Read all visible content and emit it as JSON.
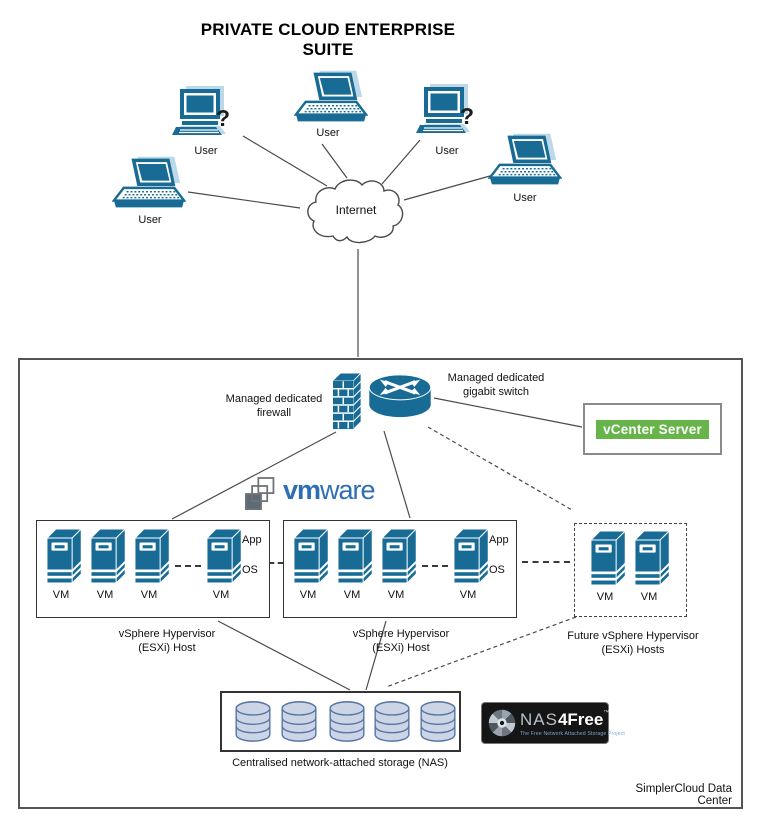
{
  "title": "PRIVATE CLOUD ENTERPRISE SUITE",
  "labels": {
    "user": "User",
    "internet": "Internet",
    "vm": "VM",
    "app": "App",
    "os": "OS",
    "question_mark": "?"
  },
  "network": {
    "firewall_label": "Managed dedicated firewall",
    "switch_label": "Managed dedicated gigabit switch"
  },
  "vcenter": {
    "label": "vCenter Server"
  },
  "vmware": {
    "bold": "vm",
    "rest": "ware"
  },
  "hosts": {
    "host1_label": "vSphere Hypervisor (ESXi) Host",
    "host2_label": "vSphere Hypervisor (ESXi) Host",
    "future_label": "Future vSphere Hypervisor (ESXi) Hosts"
  },
  "nas": {
    "caption": "Centralised network-attached storage (NAS)"
  },
  "nas4free": {
    "name_gray": "NAS",
    "name_bold": "4Free",
    "trademark": "™",
    "tagline": "The Free Network Attached Storage Project"
  },
  "datacenter": {
    "label": "SimplerCloud Data Center"
  },
  "colors": {
    "device_blue": "#176b95",
    "vcenter_green": "#66b44a",
    "vmware_blue": "#2e6eb5",
    "storage_fill": "#ccd5e6",
    "storage_stroke": "#5a75a5",
    "line_gray": "#4a4a4a"
  }
}
